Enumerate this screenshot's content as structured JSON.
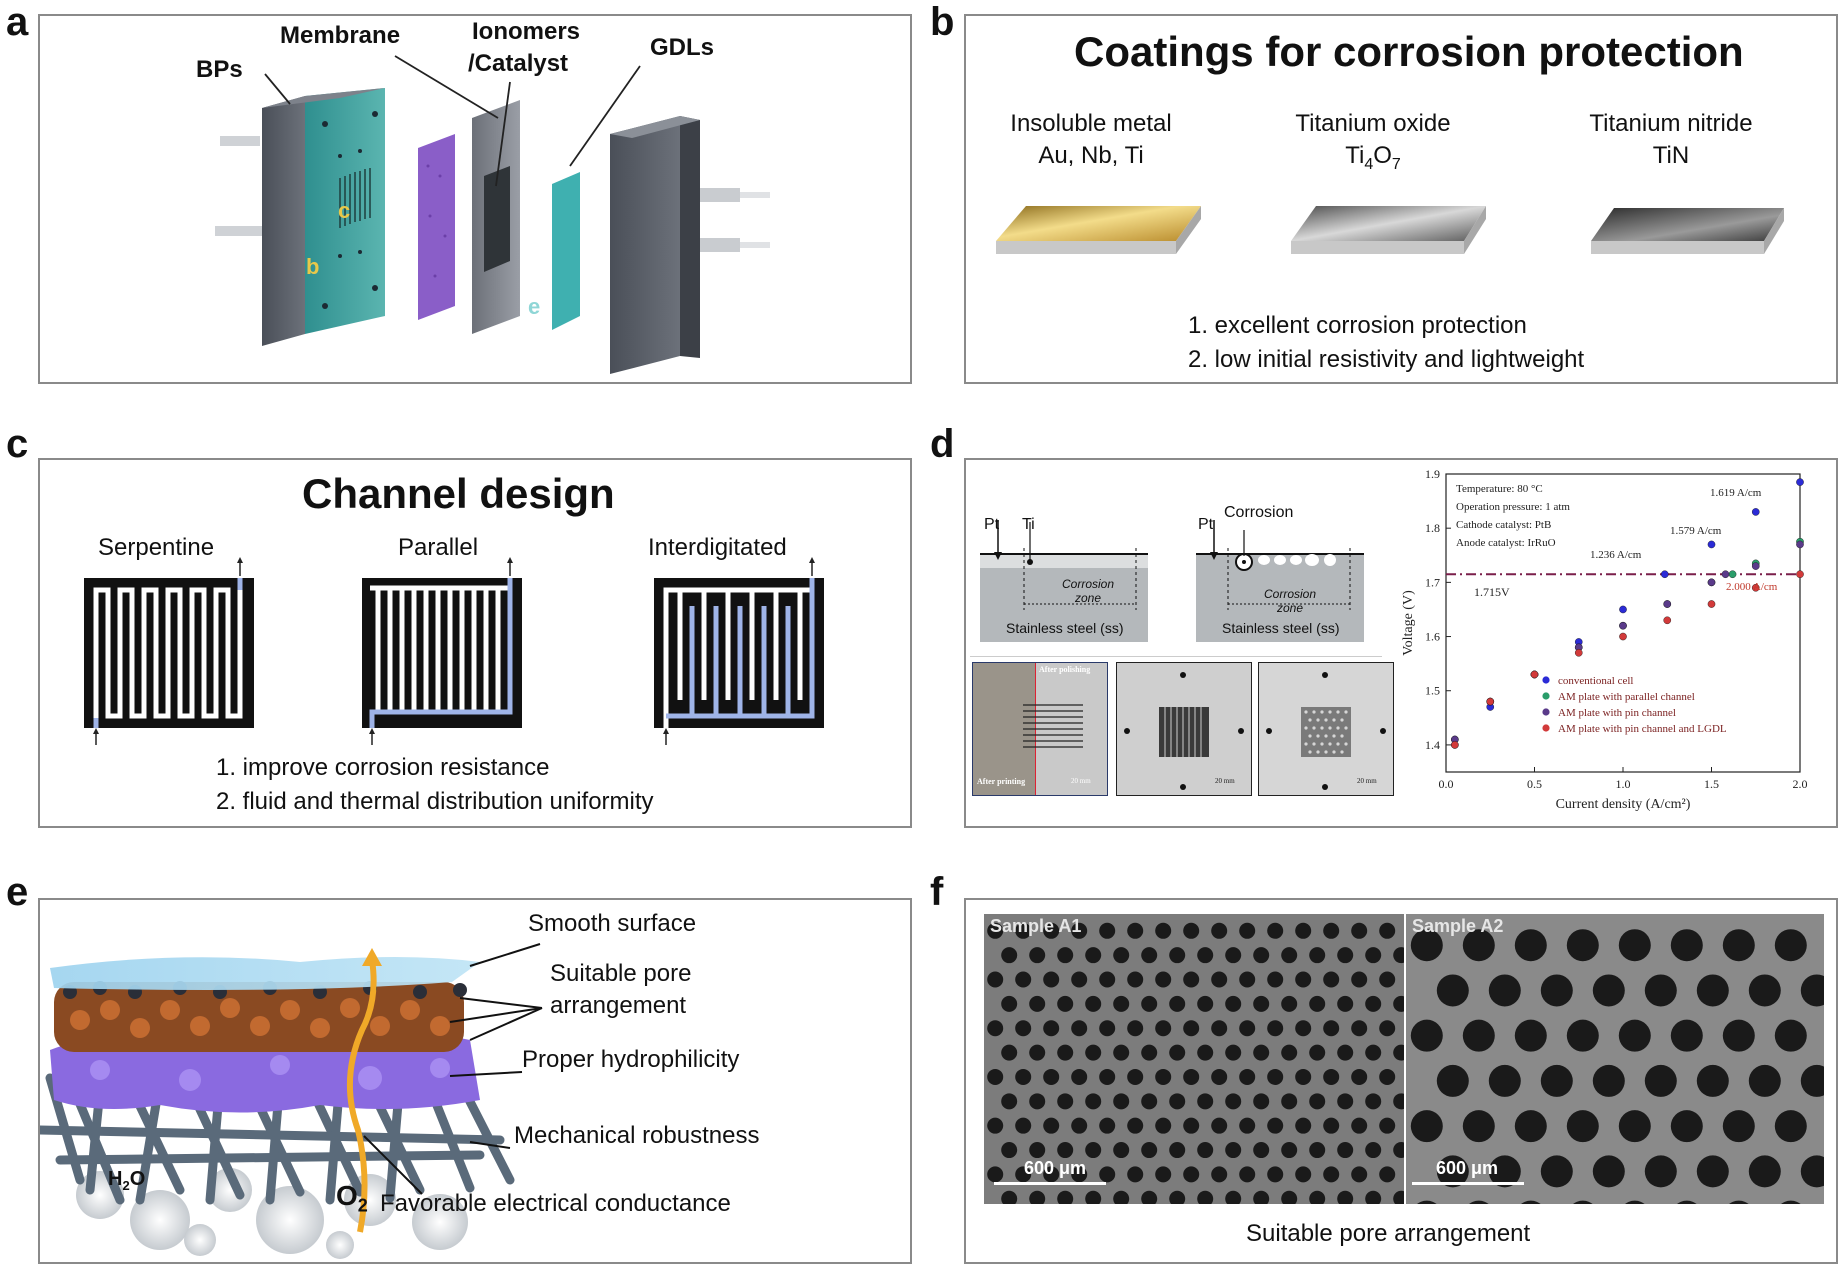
{
  "panel_letters": [
    "a",
    "b",
    "c",
    "d",
    "e",
    "f"
  ],
  "panel_a": {
    "labels": {
      "bps": "BPs",
      "membrane": "Membrane",
      "ionomers": "Ionomers",
      "catalyst": "/Catalyst",
      "gdls": "GDLs"
    },
    "markers": {
      "b": "b",
      "c": "c",
      "e": "e"
    }
  },
  "panel_b": {
    "title": "Coatings for corrosion protection",
    "coatings": [
      {
        "line1": "Insoluble metal",
        "line2": "Au, Nb, Ti",
        "color": "#d4a23a"
      },
      {
        "line1": "Titanium oxide",
        "line2_main": "Ti",
        "sub1": "4",
        "mid": "O",
        "sub2": "7",
        "color": "#9a9a9a"
      },
      {
        "line1": "Titanium nitride",
        "line2": "TiN",
        "color": "#6a6a6a"
      }
    ],
    "points": [
      "1. excellent corrosion protection",
      "2. low initial resistivity and lightweight"
    ]
  },
  "panel_c": {
    "title": "Channel design",
    "designs": [
      "Serpentine",
      "Parallel",
      "Interdigitated"
    ],
    "points": [
      "1. improve corrosion resistance",
      "2. fluid and thermal distribution uniformity"
    ]
  },
  "panel_d": {
    "schematic_left": {
      "pt": "Pt",
      "ti": "Ti",
      "zone1": "Corrosion",
      "zone2": "zone",
      "base": "Stainless steel (ss)"
    },
    "schematic_right": {
      "pt": "Pt",
      "corrosion": "Corrosion",
      "zone1": "Corrosion",
      "zone2": "zone",
      "base": "Stainless steel (ss)"
    },
    "photos": [
      {
        "top": "After polishing",
        "bottom": "After printing",
        "scale": "20 mm"
      },
      {
        "scale": "20 mm"
      },
      {
        "scale": "20 mm"
      }
    ]
  },
  "chart_data": {
    "type": "scatter",
    "xlabel": "Current density (A/cm²)",
    "ylabel": "Voltage (V)",
    "xlim": [
      0,
      2.0
    ],
    "ylim": [
      1.35,
      1.9
    ],
    "x_ticks": [
      "0.0",
      "0.5",
      "1.0",
      "1.5",
      "2.0"
    ],
    "y_ticks": [
      "1.4",
      "1.5",
      "1.6",
      "1.7",
      "1.8",
      "1.9"
    ],
    "conditions": [
      "Temperature: 80 °C",
      "Operation pressure: 1 atm",
      "Cathode catalyst: PtB",
      "Anode catalyst: IrRuO"
    ],
    "reference_line": {
      "y": 1.715,
      "label": "1.715V"
    },
    "annotations": [
      "1.619 A/cm",
      "1.579 A/cm",
      "1.236 A/cm",
      "2.000 A/cm"
    ],
    "series": [
      {
        "name": "conventional cell",
        "color": "#2b2bd6",
        "x": [
          0.05,
          0.25,
          0.5,
          0.75,
          1.0,
          1.236,
          1.5,
          1.75,
          2.0
        ],
        "y": [
          1.4,
          1.47,
          1.53,
          1.59,
          1.65,
          1.715,
          1.77,
          1.83,
          1.885
        ]
      },
      {
        "name": "AM plate with parallel channel",
        "color": "#2a9d6a",
        "x": [
          0.05,
          0.25,
          0.5,
          0.75,
          1.0,
          1.25,
          1.5,
          1.619,
          1.75,
          2.0
        ],
        "y": [
          1.41,
          1.48,
          1.53,
          1.58,
          1.62,
          1.66,
          1.7,
          1.715,
          1.735,
          1.775
        ]
      },
      {
        "name": "AM plate with pin channel",
        "color": "#5a3a8a",
        "x": [
          0.05,
          0.25,
          0.5,
          0.75,
          1.0,
          1.25,
          1.5,
          1.579,
          1.75,
          2.0
        ],
        "y": [
          1.41,
          1.48,
          1.53,
          1.58,
          1.62,
          1.66,
          1.7,
          1.715,
          1.73,
          1.77
        ]
      },
      {
        "name": "AM plate with pin channel and LGDL",
        "color": "#d23a3a",
        "x": [
          0.05,
          0.25,
          0.5,
          0.75,
          1.0,
          1.25,
          1.5,
          1.75,
          2.0
        ],
        "y": [
          1.4,
          1.48,
          1.53,
          1.57,
          1.6,
          1.63,
          1.66,
          1.69,
          1.715
        ]
      }
    ]
  },
  "panel_e": {
    "labels": [
      "Smooth surface",
      "Suitable pore",
      "arrangement",
      "Proper hydrophilicity",
      "Mechanical robustness",
      "Favorable electrical conductance"
    ],
    "h2o": {
      "h": "H",
      "sub": "2",
      "o": "O"
    },
    "o2": {
      "o": "O",
      "sub": "2"
    }
  },
  "panel_f": {
    "samples": [
      {
        "name": "Sample A1",
        "scale": "600 μm"
      },
      {
        "name": "Sample A2",
        "scale": "600 μm"
      }
    ],
    "caption": "Suitable pore arrangement"
  }
}
